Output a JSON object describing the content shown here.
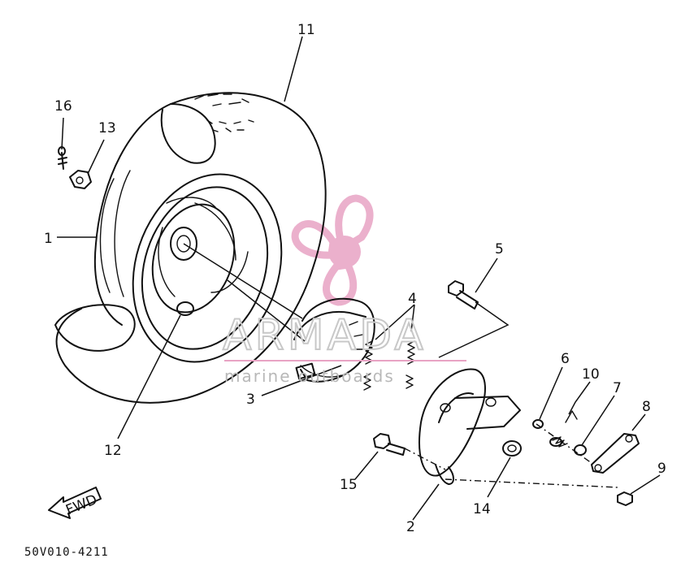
{
  "callouts": {
    "c1": "1",
    "c2": "2",
    "c3": "3",
    "c4": "4",
    "c5": "5",
    "c6": "6",
    "c7": "7",
    "c8": "8",
    "c9": "9",
    "c10": "10",
    "c11": "11",
    "c12": "12",
    "c13": "13",
    "c14": "14",
    "c15": "15",
    "c16": "16"
  },
  "fwd_label": "FWD",
  "diagram_code": "50V010-4211",
  "watermark": {
    "brand": "ARMADA",
    "tagline": "marine outboards",
    "logo_color": "#e8a3c4"
  }
}
